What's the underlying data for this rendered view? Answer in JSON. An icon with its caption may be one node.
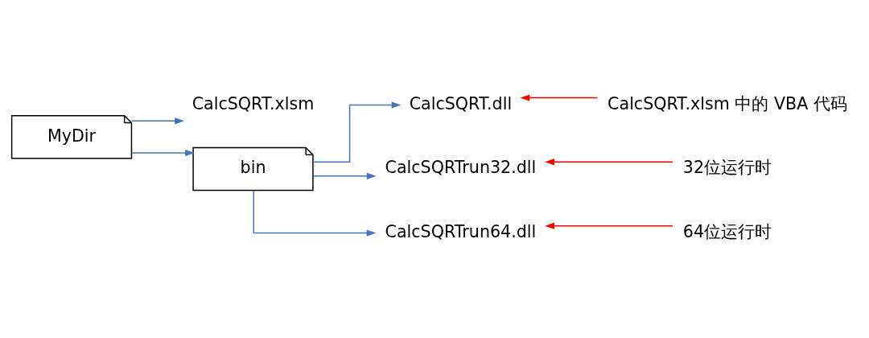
{
  "diagram": {
    "nodes": [
      {
        "text": [
          "MyDir"
        ]
      },
      {
        "text": [
          "CalcSQRT.xlsm"
        ]
      },
      {
        "text": [
          "bin"
        ]
      },
      {
        "text": [
          "CalcSQRT.dll"
        ]
      },
      {
        "text": [
          "CalcSQRTrun32.dll"
        ]
      },
      {
        "text": [
          "CalcSQRTrun64.dll"
        ]
      },
      {
        "text": [
          "CalcSQRT.xlsm 中的 VBA 代码"
        ]
      },
      {
        "text": [
          "32位运行时"
        ]
      },
      {
        "text": [
          "64位运行时"
        ]
      }
    ],
    "edges": [
      {
        "from": 0,
        "to": 1,
        "arrow": "to"
      },
      {
        "from": 0,
        "to": 2,
        "arrow": "to"
      },
      {
        "from": 2,
        "to": 3,
        "arrow": "to"
      },
      {
        "from": 2,
        "to": 4,
        "arrow": "to"
      },
      {
        "from": 2,
        "to": 5,
        "arrow": "to"
      },
      {
        "from": 6,
        "to": 3,
        "arrow": "to",
        "color": "#ff0000"
      },
      {
        "from": 7,
        "to": 4,
        "arrow": "to",
        "color": "#ff0000"
      },
      {
        "from": 8,
        "to": 5,
        "arrow": "to",
        "color": "#ff0000"
      }
    ]
  }
}
